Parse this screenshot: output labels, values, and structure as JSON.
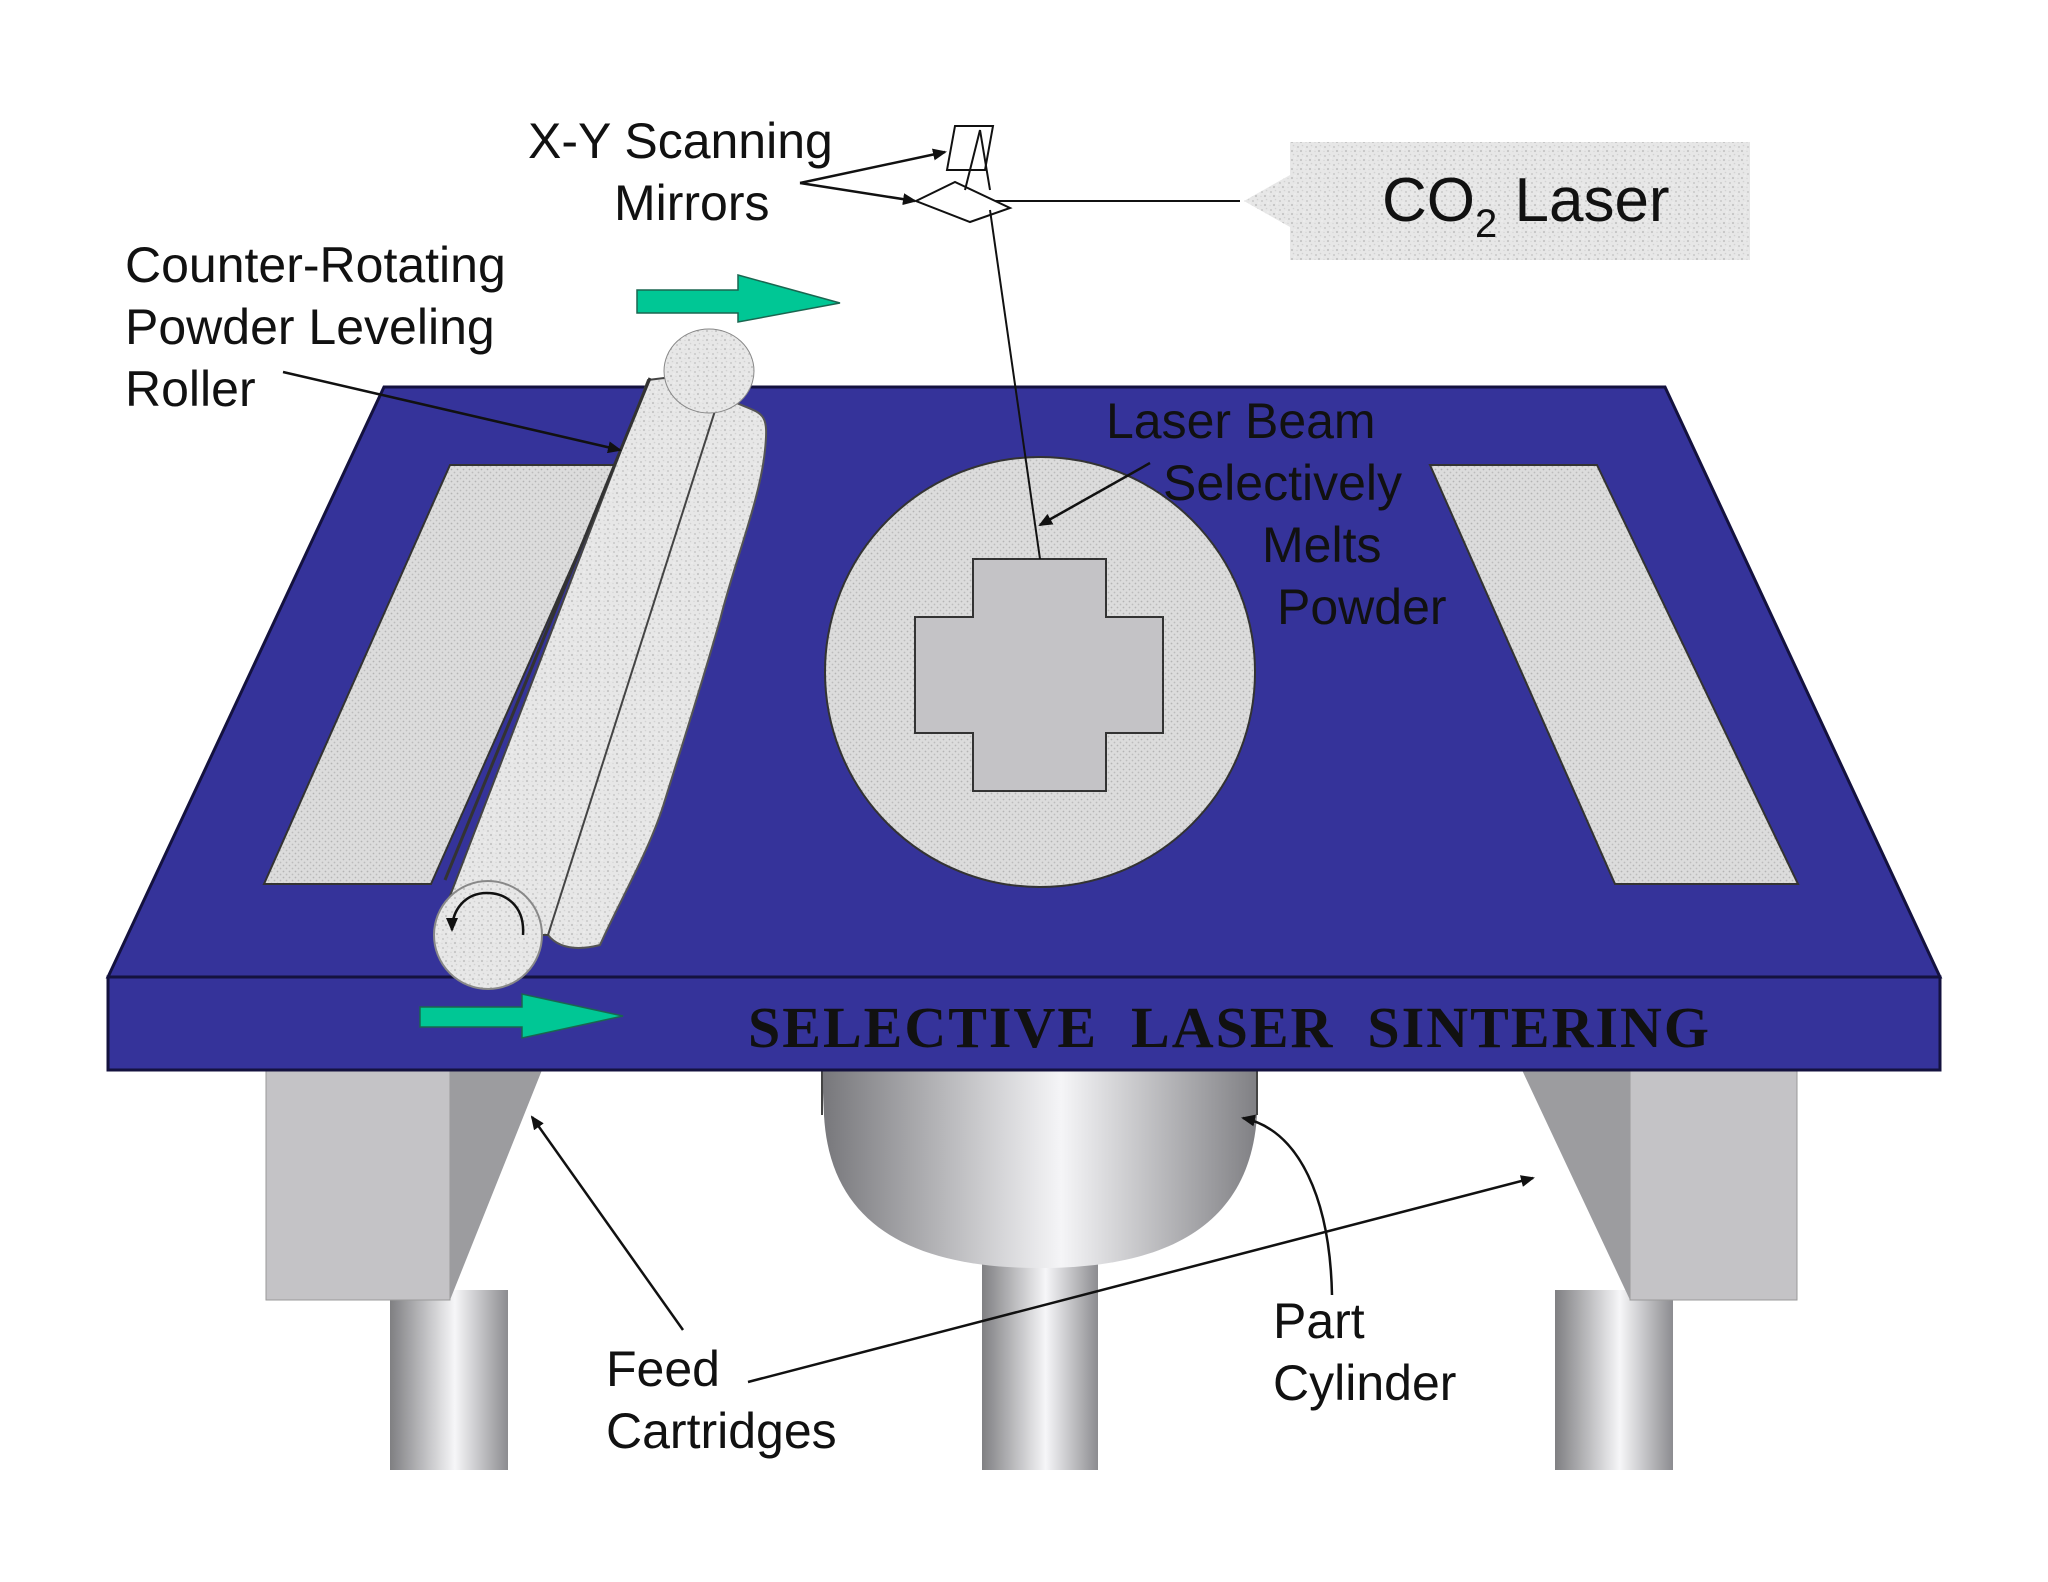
{
  "diagram": {
    "title": "SELECTIVE  LASER  SINTERING",
    "laser": {
      "main": "CO",
      "subscript": "2",
      "suffix": " Laser"
    },
    "labels": {
      "mirrors_line1": "X-Y Scanning",
      "mirrors_line2": "Mirrors",
      "roller_line1": "Counter-Rotating",
      "roller_line2": "Powder Leveling",
      "roller_line3": "Roller",
      "beam_line1": "Laser Beam",
      "beam_line2": "Selectively",
      "beam_line3": "Melts",
      "beam_line4": "Powder",
      "feed_line1": "Feed",
      "feed_line2": "Cartridges",
      "part_line1": "Part",
      "part_line2": "Cylinder"
    },
    "colors": {
      "platform": "#35339a",
      "platform_edge": "#14123f",
      "powder": "#d9d9d9",
      "part": "#c4c3c6",
      "arrow_green": "#00c795"
    },
    "icons": [
      "counter-rotation-arrow-icon",
      "right-arrow-icon"
    ]
  }
}
